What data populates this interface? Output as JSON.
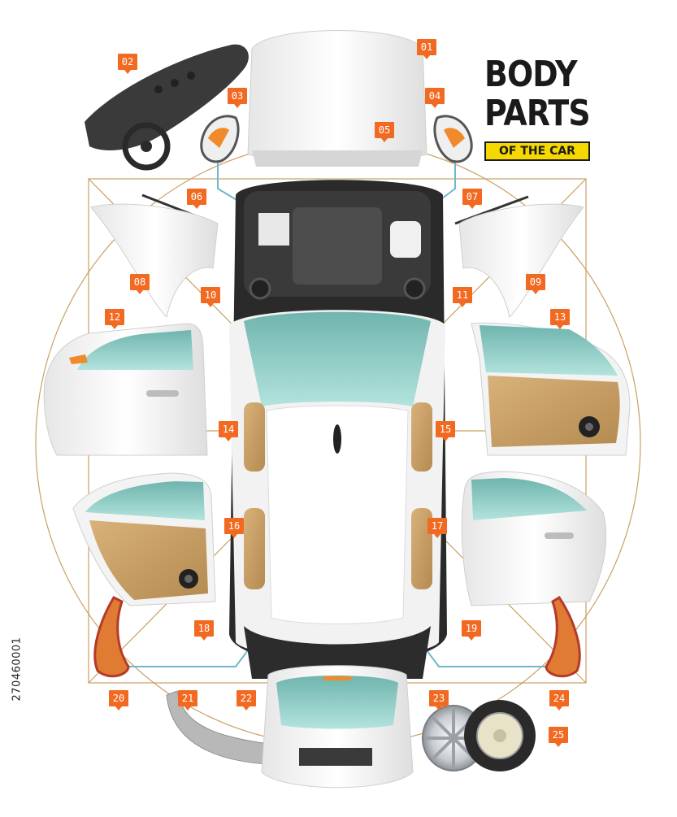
{
  "title": {
    "line1": "BODY",
    "line2": "PARTS",
    "subtitle": "OF THE CAR"
  },
  "stock_id": "270460001",
  "labels": [
    "01",
    "02",
    "03",
    "04",
    "05",
    "06",
    "07",
    "08",
    "09",
    "10",
    "11",
    "12",
    "13",
    "14",
    "15",
    "16",
    "17",
    "18",
    "19",
    "20",
    "21",
    "22",
    "23",
    "24",
    "25"
  ],
  "colors": {
    "accent": "#f26a21",
    "badge": "#f5d800",
    "guide": "#c9a063",
    "leader": "#6fb8c8",
    "glass": "#8fcfc9",
    "upholstery": "#c9a063",
    "body": "#f4f4f4"
  }
}
